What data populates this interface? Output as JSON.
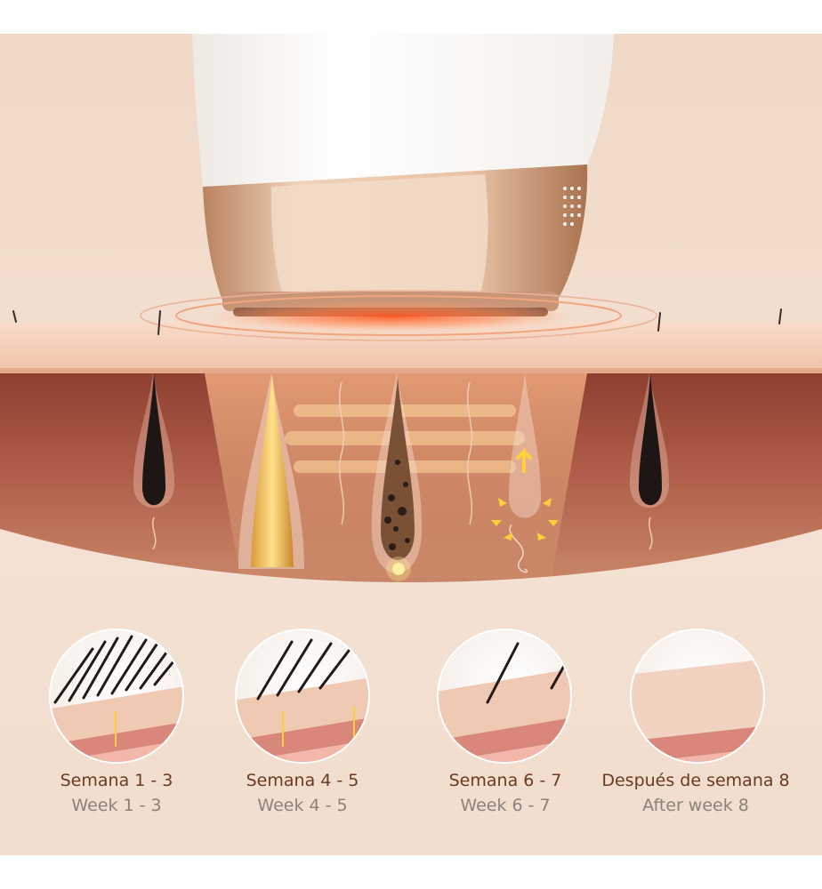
{
  "illustration": {
    "device": "ipl-device-icon",
    "stages": [
      {
        "id": "week-1-3",
        "label_es": "Semana 1 - 3",
        "label_en": "Week 1 - 3",
        "hair_density": 1.0
      },
      {
        "id": "week-4-5",
        "label_es": "Semana 4 - 5",
        "label_en": "Week 4 - 5",
        "hair_density": 0.6
      },
      {
        "id": "week-6-7",
        "label_es": "Semana 6 - 7",
        "label_en": "Week 6 - 7",
        "hair_density": 0.25
      },
      {
        "id": "after-week-8",
        "label_es": "Después de semana 8",
        "label_en": "After week 8",
        "hair_density": 0.0
      }
    ],
    "colors": {
      "background": "#f2dccb",
      "skin_surface": "#f6cfb8",
      "dermis": "#a5523f",
      "device_body": "#fbfaf8",
      "device_rose_gold": "#e2b99a",
      "heat_glow": "#ff6a3a",
      "es_text": "#6b3a1f",
      "en_text": "#8a8279"
    }
  }
}
